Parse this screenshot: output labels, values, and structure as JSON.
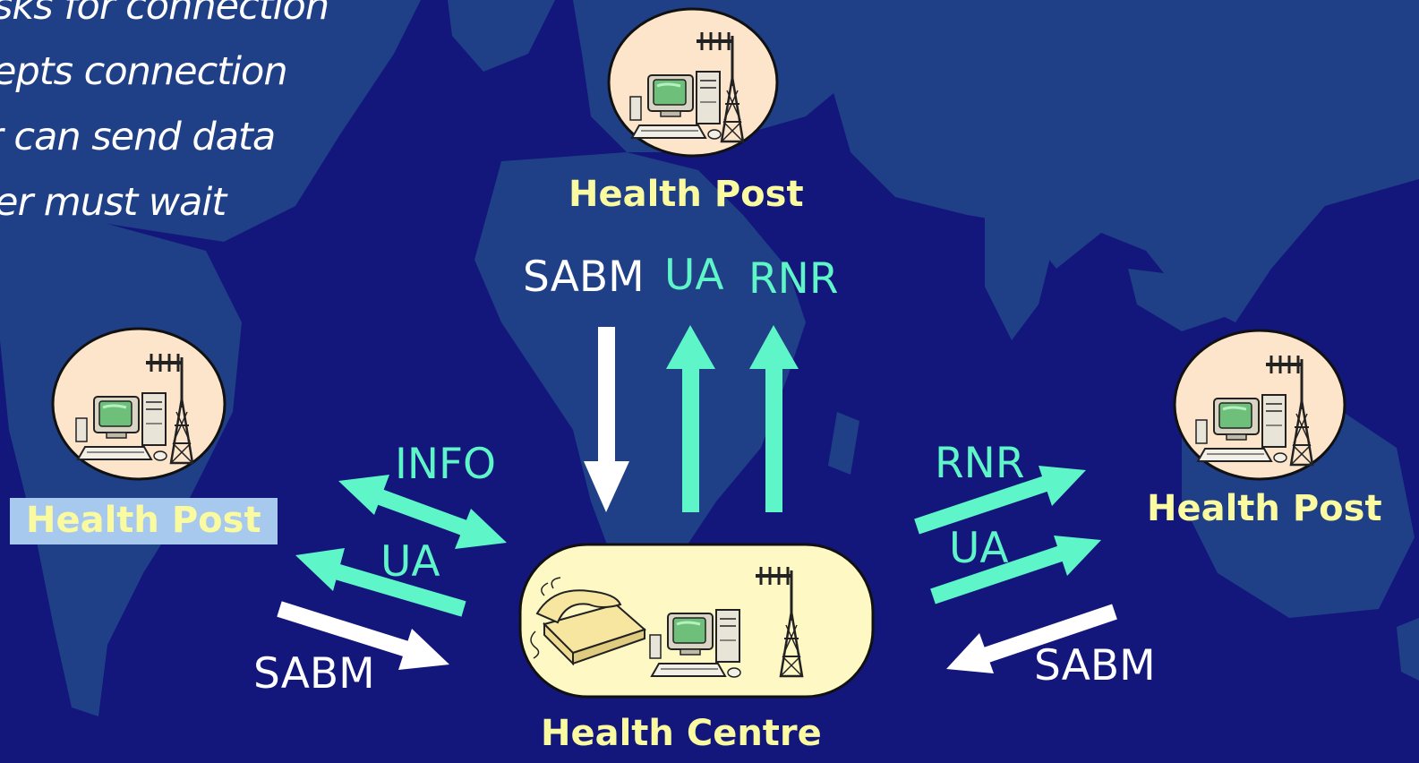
{
  "bullets": [
    "sks for connection",
    "epts connection",
    "r can send data",
    "er must wait"
  ],
  "nodes": {
    "top": "Health Post",
    "left": "Health Post",
    "right": "Health Post",
    "centre": "Health Centre"
  },
  "messages": {
    "top_sabm": "SABM",
    "top_ua": "UA",
    "top_rnr": "RNR",
    "left_info": "INFO",
    "left_ua": "UA",
    "left_sabm": "SABM",
    "right_rnr": "RNR",
    "right_ua": "UA",
    "right_sabm": "SABM"
  },
  "colors": {
    "background": "#13167a",
    "map": "#1f3f86",
    "label": "#fafaa0",
    "arrow_cyan": "#5ef5c8",
    "arrow_white": "#ffffff",
    "post_circle": "#fde5cc",
    "centre_box": "#fdf8c4",
    "highlight": "#a8c9ee"
  },
  "icons": [
    "computer-icon",
    "antenna-tower-icon",
    "telephone-icon"
  ]
}
